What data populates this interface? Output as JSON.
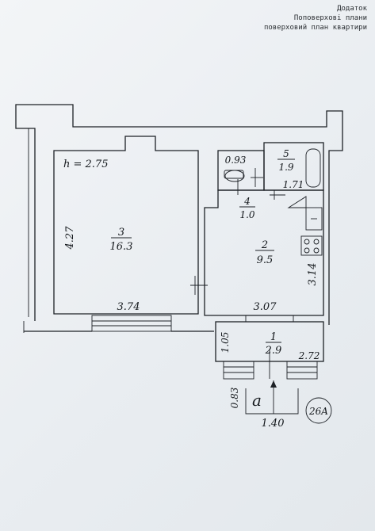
{
  "header": {
    "line1": "Додаток",
    "line2": "Поповерхові плани",
    "line3": "поверховий план квартири"
  },
  "plan": {
    "ceiling_height": "h = 2.75",
    "rooms": [
      {
        "number": "3",
        "area": "16.3"
      },
      {
        "number": "2",
        "area": "9.5"
      },
      {
        "number": "1",
        "area": "2.9"
      },
      {
        "number": "4",
        "area": "1.0"
      },
      {
        "number": "5",
        "area": "1.9"
      }
    ],
    "dimensions": {
      "room3_height": "4.27",
      "room3_width": "3.74",
      "room2_height": "3.14",
      "room2_width": "3.07",
      "wc_width": "0.93",
      "bath_width": "1.71",
      "hall_height": "1.05",
      "hall_width": "2.72",
      "porch_height": "0.83",
      "porch_width": "1.40"
    },
    "entrance_letter": "a",
    "sheet_mark": "26A"
  }
}
